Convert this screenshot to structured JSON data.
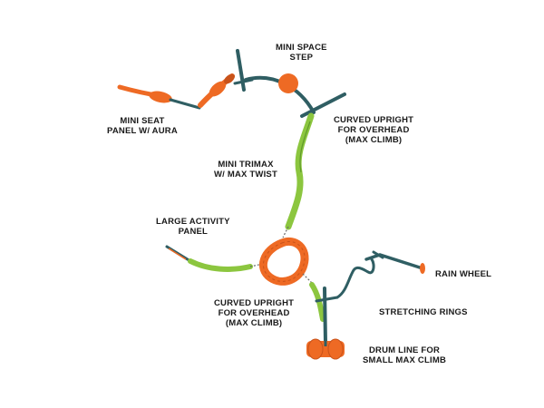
{
  "colors": {
    "orange": "#ee6a24",
    "orange_dark": "#c9531a",
    "green": "#8cc63f",
    "green_dark": "#5f9a2a",
    "teal": "#2f5e63",
    "label": "#1a1a1a"
  },
  "labels": {
    "mini_seat_panel": [
      "MINI SEAT",
      "PANEL W/ AURA"
    ],
    "mini_space_step": [
      "MINI SPACE",
      "STEP"
    ],
    "curved_upright_top": [
      "CURVED UPRIGHT",
      "FOR OVERHEAD",
      "(MAX CLIMB)"
    ],
    "mini_trimax": [
      "MINI TRIMAX",
      "W/ MAX TWIST"
    ],
    "large_activity_panel": [
      "LARGE ACTIVITY",
      "PANEL"
    ],
    "rain_wheel": [
      "RAIN WHEEL"
    ],
    "curved_upright_bottom": [
      "CURVED UPRIGHT",
      "FOR OVERHEAD",
      "(MAX CLIMB)"
    ],
    "stretching_rings": [
      "STRETCHING RINGS"
    ],
    "drum_line": [
      "DRUM LINE FOR",
      "SMALL MAX CLIMB"
    ]
  }
}
